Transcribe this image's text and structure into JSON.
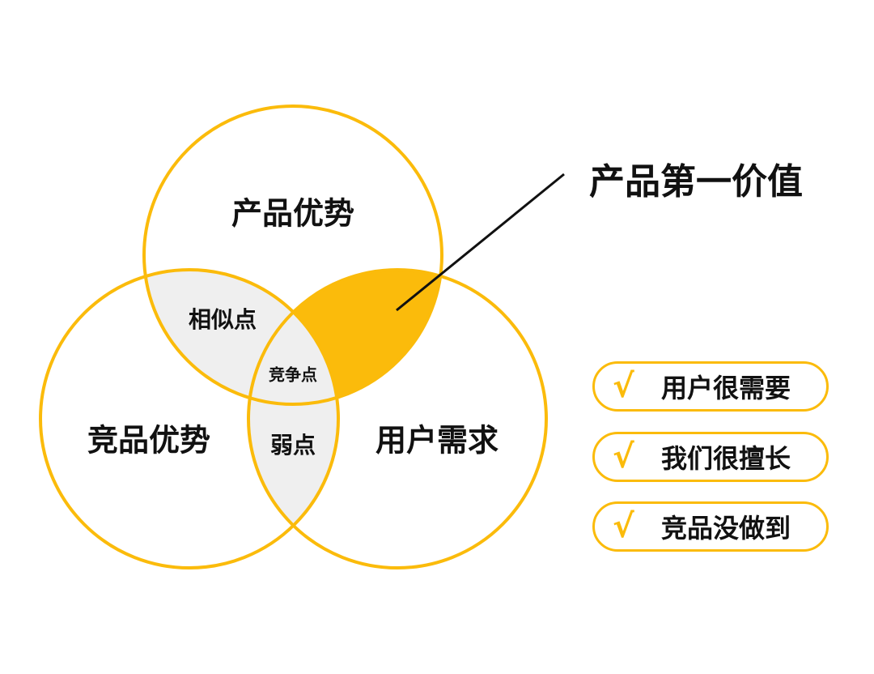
{
  "colors": {
    "accent": "#FBBB0B",
    "overlap_gray": "#EFEFEF",
    "text": "#111111"
  },
  "circles": {
    "top": "产品优势",
    "left": "竞品优势",
    "right": "用户需求"
  },
  "overlaps": {
    "top_left": "相似点",
    "center": "竞争点",
    "left_right": "弱点"
  },
  "callout": "产品第一价值",
  "checklist": [
    {
      "icon": "check-icon",
      "glyph": "√",
      "label": "用户很需要"
    },
    {
      "icon": "check-icon",
      "glyph": "√",
      "label": "我们很擅长"
    },
    {
      "icon": "check-icon",
      "glyph": "√",
      "label": "竞品没做到"
    }
  ]
}
